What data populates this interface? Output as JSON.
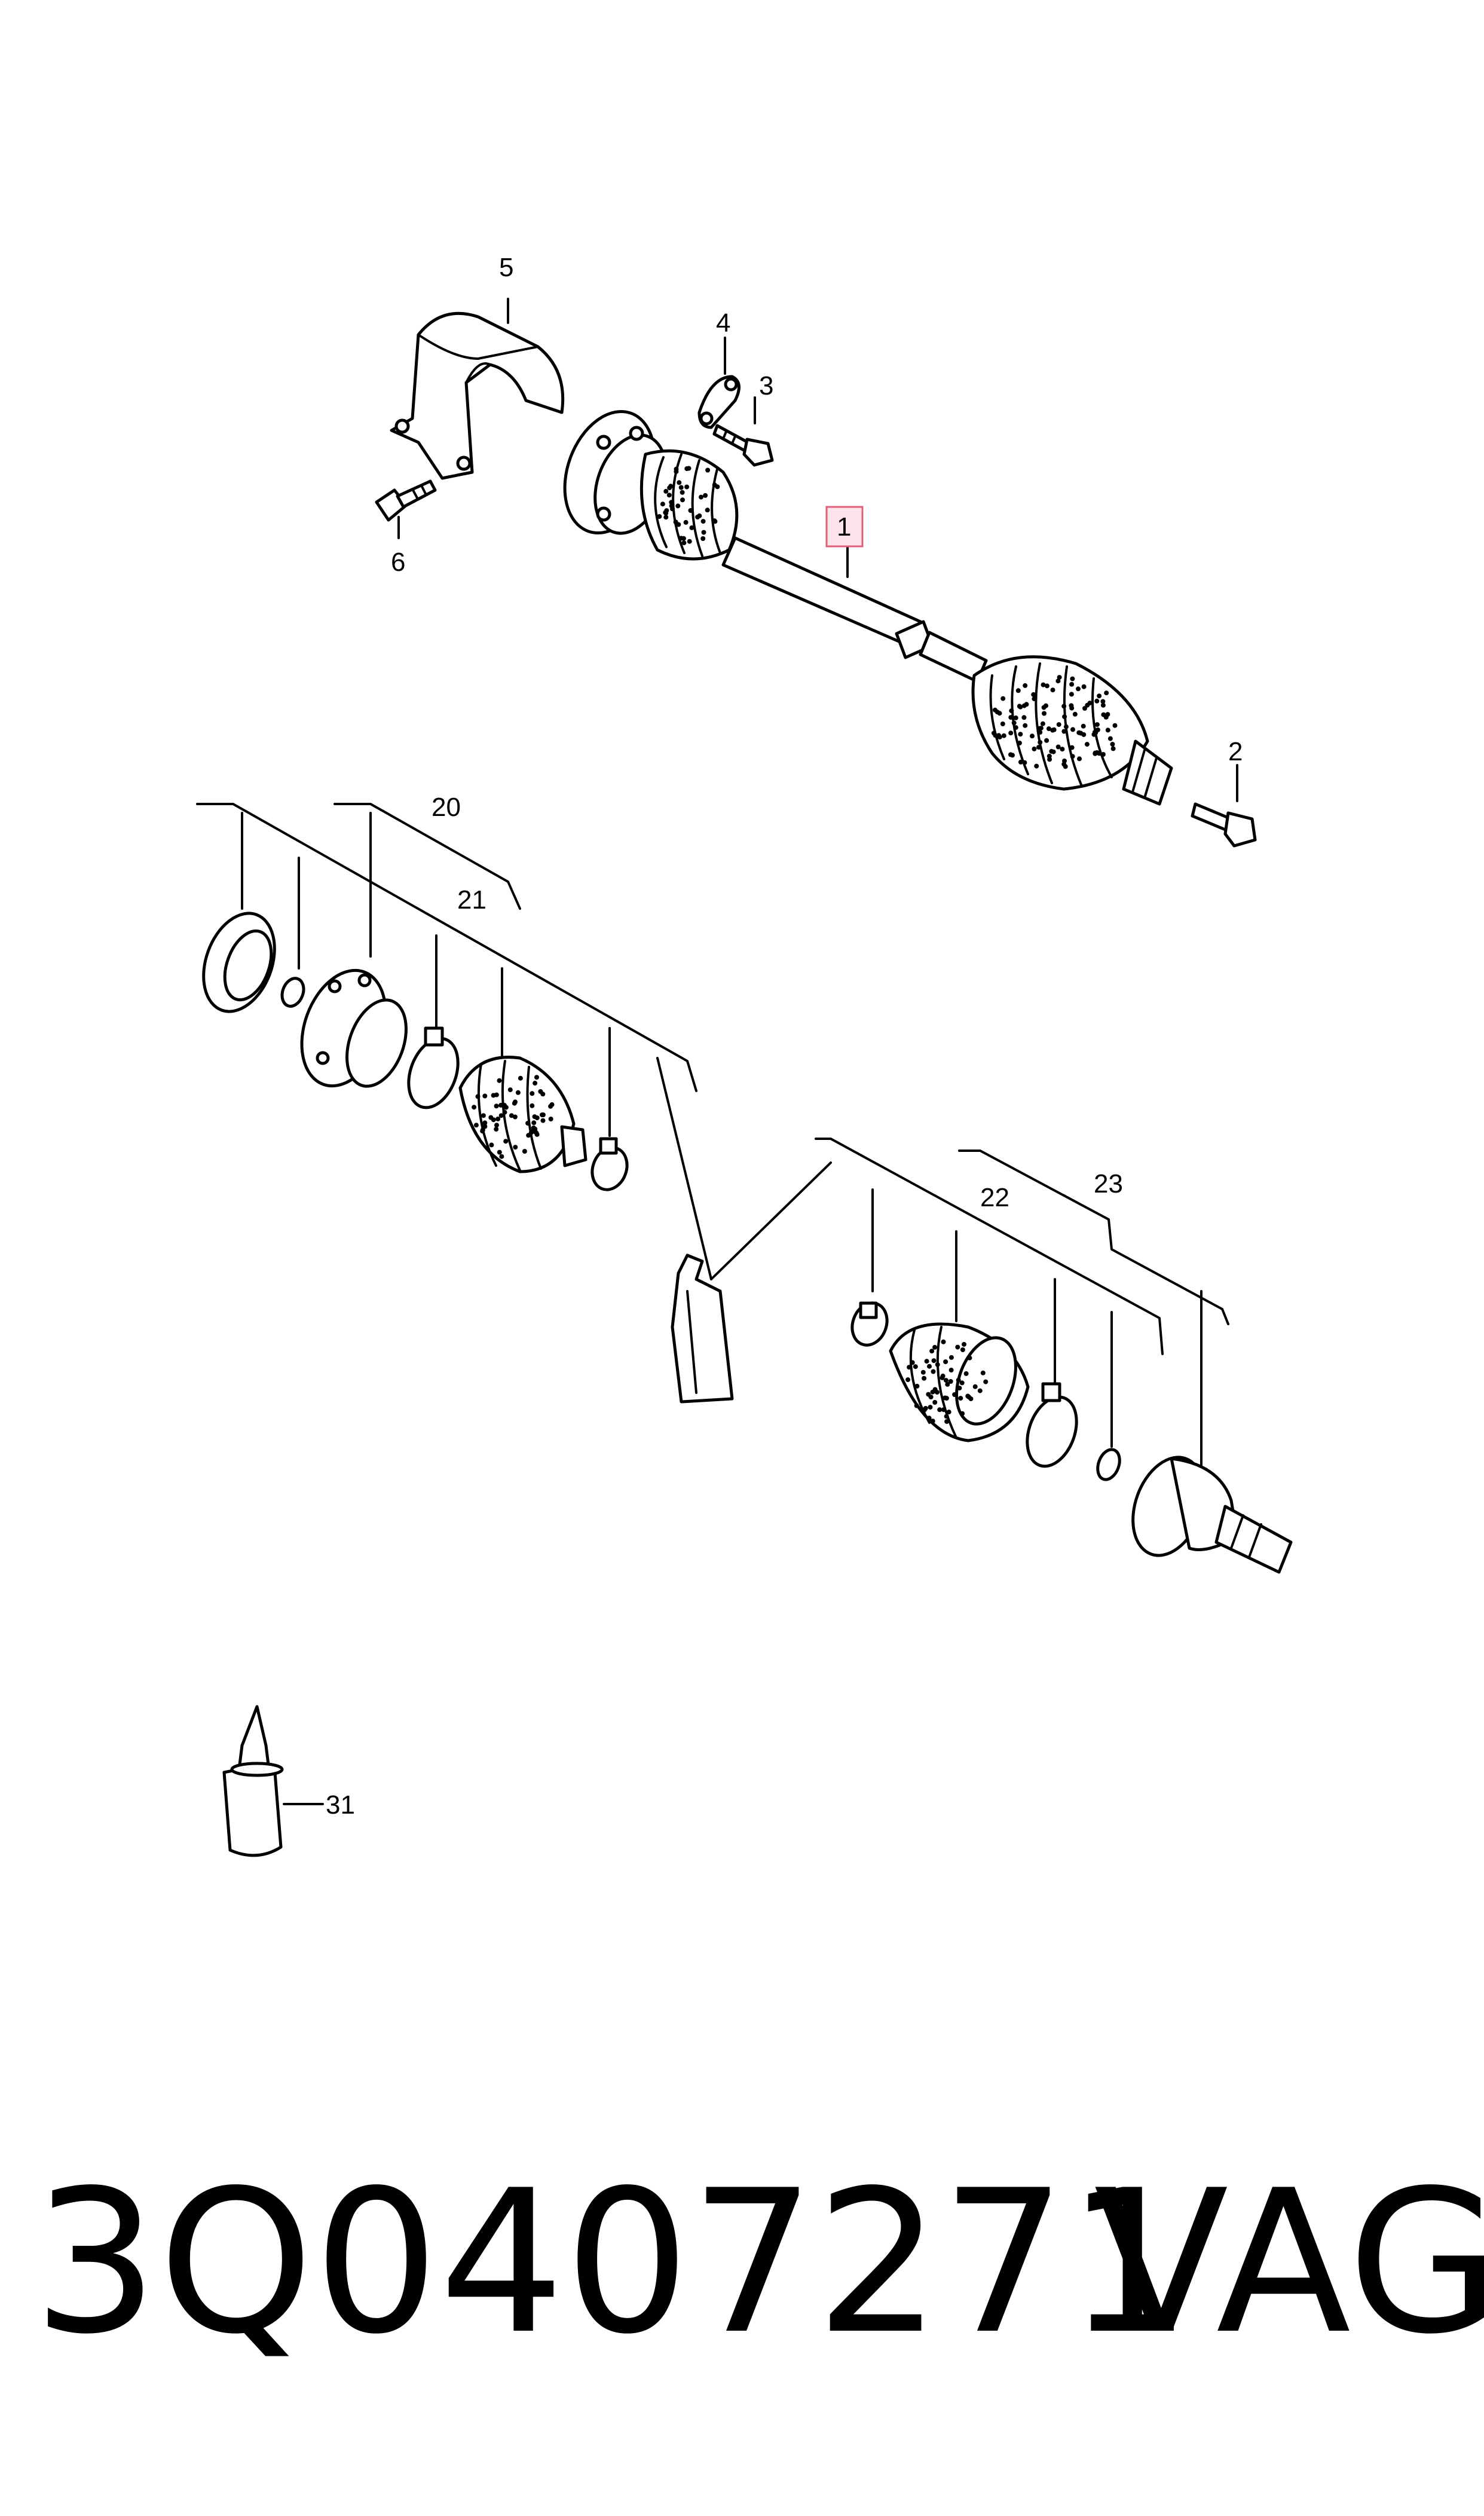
{
  "callouts": {
    "c1": "1",
    "c2": "2",
    "c3": "3",
    "c4": "4",
    "c5": "5",
    "c6": "6",
    "c20": "20",
    "c21": "21",
    "c22": "22",
    "c23": "23",
    "c31": "31"
  },
  "highlight_color": "#e0607a",
  "footer": {
    "part_number": "3Q0407271",
    "brand": "VAG"
  }
}
